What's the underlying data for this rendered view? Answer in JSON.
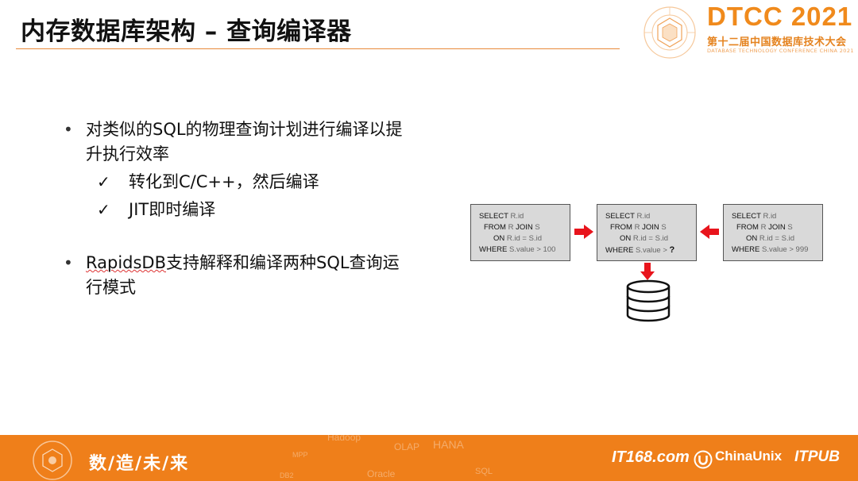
{
  "slide": {
    "title": "内存数据库架构 – 查询编译器"
  },
  "logo": {
    "main": "DTCC 2021",
    "sub": "第十二届中国数据库技术大会",
    "small": "DATABASE TECHNOLOGY CONFERENCE CHINA 2021"
  },
  "bullets": {
    "b1_line1": "对类似的SQL的物理查询计划进行编译以提",
    "b1_line2": "升执行效率",
    "sub1": "转化到C/C++，然后编译",
    "sub2": "JIT即时编译",
    "b2_line1": "RapidsDB支持解释和编译两种SQL查询运",
    "b2_line2": "行模式",
    "b2_underlined": "RapidsDB"
  },
  "sql_boxes": [
    {
      "kw1": "SELECT",
      "v1": "R.id",
      "kw2": "FROM",
      "v2a": "R",
      "kw2b": "JOIN",
      "v2b": "S",
      "kw3": "ON",
      "v3": "R.id = S.id",
      "kw4": "WHERE",
      "v4": "S.value > 100"
    },
    {
      "kw1": "SELECT",
      "v1": "R.id",
      "kw2": "FROM",
      "v2a": "R",
      "kw2b": "JOIN",
      "v2b": "S",
      "kw3": "ON",
      "v3": "R.id = S.id",
      "kw4": "WHERE",
      "v4": "S.value >",
      "v4b": "?"
    },
    {
      "kw1": "SELECT",
      "v1": "R.id",
      "kw2": "FROM",
      "v2a": "R",
      "kw2b": "JOIN",
      "v2b": "S",
      "kw3": "ON",
      "v3": "R.id = S.id",
      "kw4": "WHERE",
      "v4": "S.value > 999"
    }
  ],
  "footer": {
    "slogan": "数/造/未/来",
    "deco": [
      "Hadoop",
      "OLAP",
      "HANA",
      "MPP",
      "DB2",
      "Oracle",
      "SQL"
    ],
    "sponsor1": "IT168.com",
    "sponsor2": "ChinaUnix",
    "sponsor3": "ITPUB"
  },
  "colors": {
    "accent": "#ef7f1a",
    "arrow": "#e8141c"
  }
}
